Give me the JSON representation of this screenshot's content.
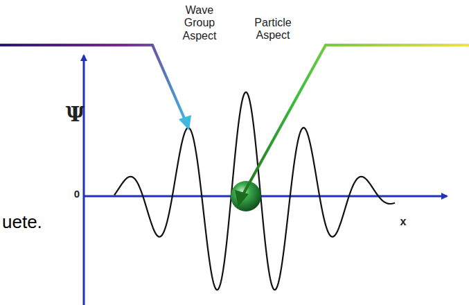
{
  "diagram": {
    "labels": [
      "Wave Group Aspect",
      "Particle Aspect",
      "Ψ",
      "0",
      "x",
      "uete."
    ]
  }
}
